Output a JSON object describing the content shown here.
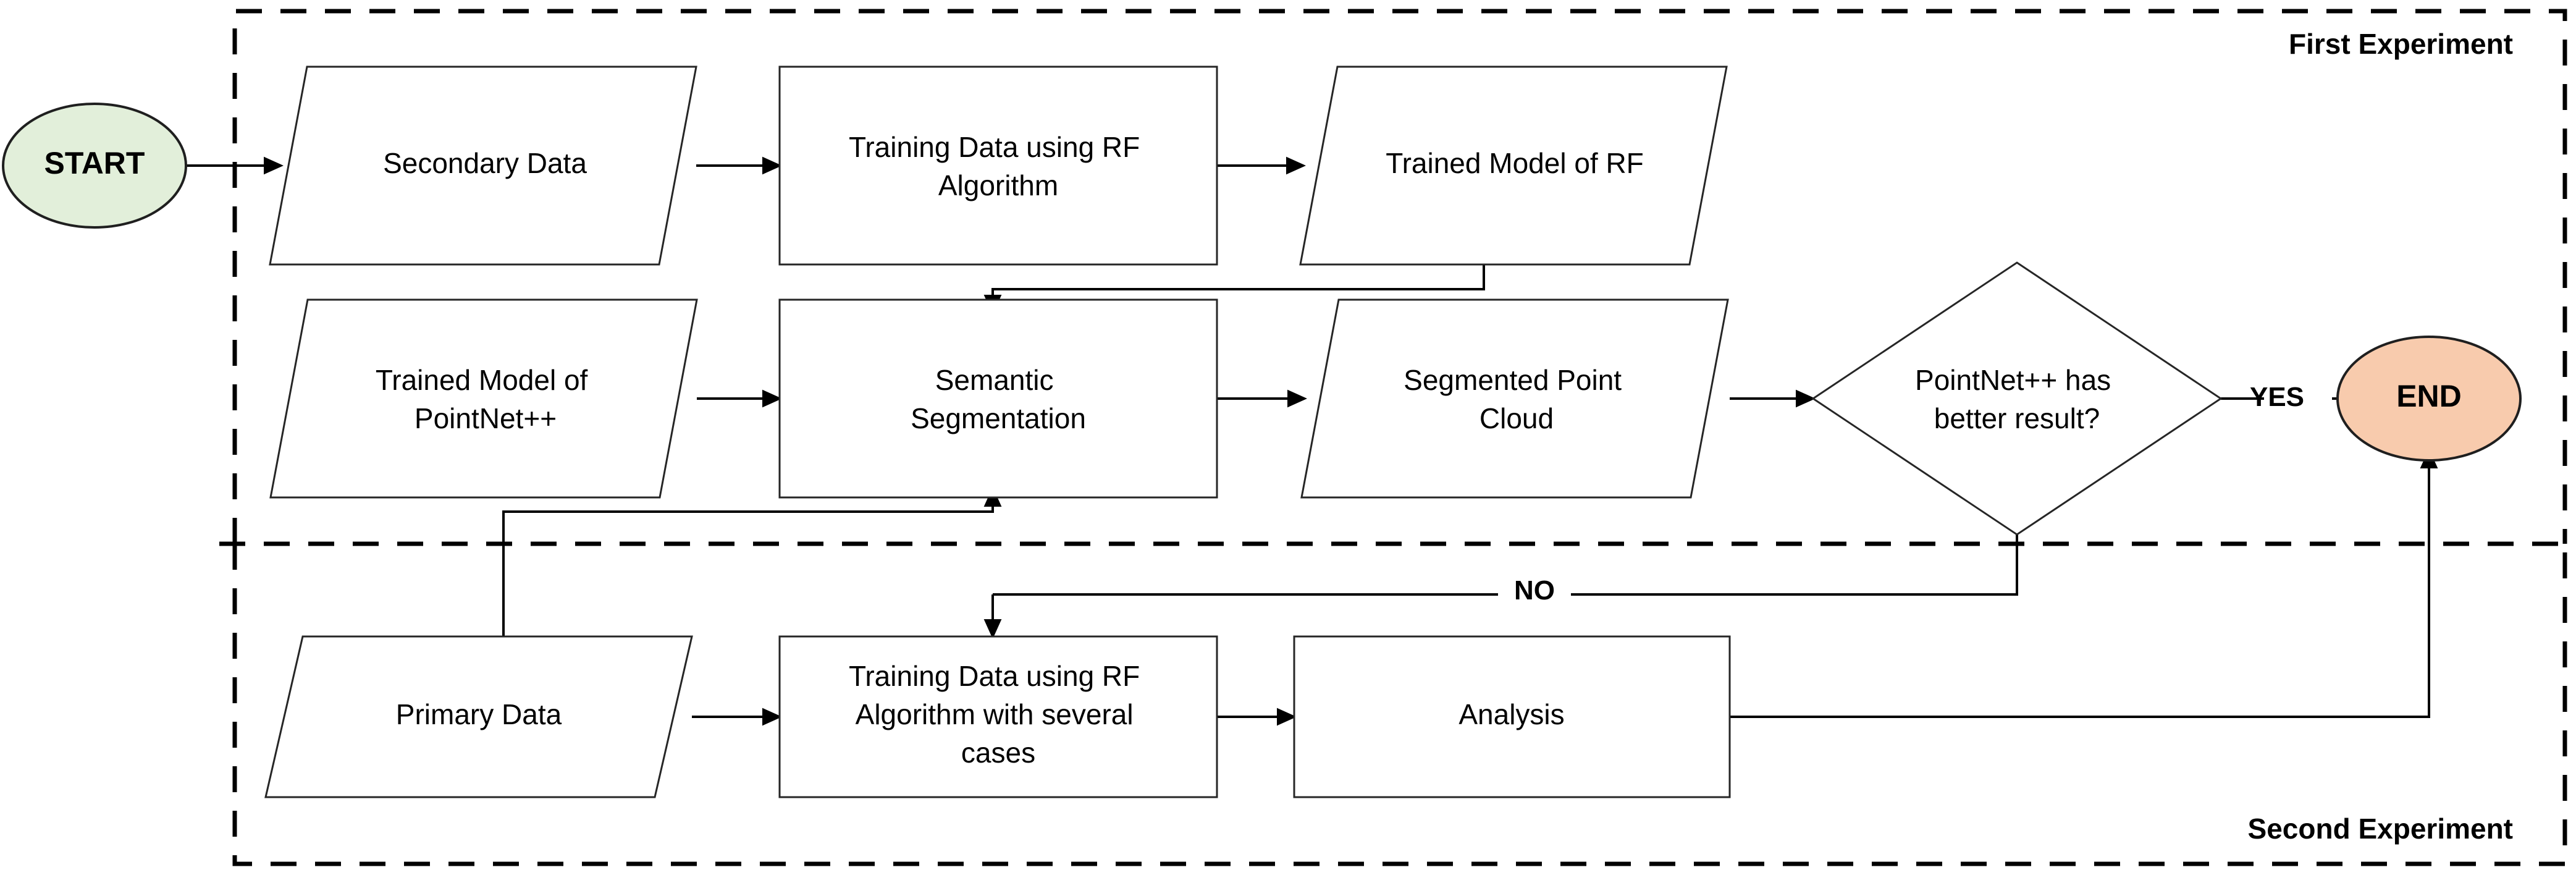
{
  "diagram": {
    "type": "flowchart",
    "groups": [
      {
        "id": "first",
        "label": "First Experiment"
      },
      {
        "id": "second",
        "label": "Second Experiment"
      }
    ],
    "nodes": [
      {
        "id": "start",
        "shape": "ellipse",
        "label": "START",
        "fill": "#e2efda",
        "group": "outside"
      },
      {
        "id": "secondary",
        "shape": "parallelogram",
        "label": "Secondary Data",
        "fill": "#ffffff",
        "group": "first"
      },
      {
        "id": "train_rf",
        "shape": "rectangle",
        "label": "Training Data using RF Algorithm",
        "fill": "#ffffff",
        "group": "first"
      },
      {
        "id": "model_rf",
        "shape": "parallelogram",
        "label": "Trained Model of RF",
        "fill": "#ffffff",
        "group": "first"
      },
      {
        "id": "model_pn",
        "shape": "parallelogram",
        "label": "Trained Model of PointNet++",
        "fill": "#ffffff",
        "group": "first"
      },
      {
        "id": "semseg",
        "shape": "rectangle",
        "label": "Semantic Segmentation",
        "fill": "#ffffff",
        "group": "first"
      },
      {
        "id": "segcloud",
        "shape": "parallelogram",
        "label": "Segmented Point Cloud",
        "fill": "#ffffff",
        "group": "first"
      },
      {
        "id": "decision",
        "shape": "diamond",
        "label": "PointNet++ has better result?",
        "fill": "#ffffff",
        "group": "first"
      },
      {
        "id": "end",
        "shape": "ellipse",
        "label": "END",
        "fill": "#f8cbad",
        "group": "outside"
      },
      {
        "id": "primary",
        "shape": "parallelogram",
        "label": "Primary Data",
        "fill": "#ffffff",
        "group": "second"
      },
      {
        "id": "train_rf_sev",
        "shape": "rectangle",
        "label": "Training Data using RF Algorithm with several cases",
        "fill": "#ffffff",
        "group": "second"
      },
      {
        "id": "analysis",
        "shape": "rectangle",
        "label": "Analysis",
        "fill": "#ffffff",
        "group": "second"
      }
    ],
    "node_lines": {
      "start": [
        "START"
      ],
      "secondary": [
        "Secondary Data"
      ],
      "train_rf": [
        "Training Data using RF",
        "Algorithm"
      ],
      "model_rf": [
        "Trained Model of RF"
      ],
      "model_pn": [
        "Trained Model of",
        "PointNet++"
      ],
      "semseg": [
        "Semantic",
        "Segmentation"
      ],
      "segcloud": [
        "Segmented Point",
        "Cloud"
      ],
      "decision": [
        "PointNet++ has",
        "better result?"
      ],
      "end": [
        "END"
      ],
      "primary": [
        "Primary Data"
      ],
      "train_rf_sev": [
        "Training Data using RF",
        "Algorithm with several",
        "cases"
      ],
      "analysis": [
        "Analysis"
      ]
    },
    "edges": [
      {
        "from": "start",
        "to": "secondary",
        "label": ""
      },
      {
        "from": "secondary",
        "to": "train_rf",
        "label": ""
      },
      {
        "from": "train_rf",
        "to": "model_rf",
        "label": ""
      },
      {
        "from": "model_rf",
        "to": "semseg",
        "label": ""
      },
      {
        "from": "model_pn",
        "to": "semseg",
        "label": ""
      },
      {
        "from": "semseg",
        "to": "segcloud",
        "label": ""
      },
      {
        "from": "segcloud",
        "to": "decision",
        "label": ""
      },
      {
        "from": "decision",
        "to": "end",
        "label": "YES"
      },
      {
        "from": "decision",
        "to": "train_rf_sev",
        "label": "NO"
      },
      {
        "from": "primary",
        "to": "train_rf_sev",
        "label": ""
      },
      {
        "from": "primary",
        "to": "semseg",
        "label": ""
      },
      {
        "from": "train_rf_sev",
        "to": "analysis",
        "label": ""
      },
      {
        "from": "analysis",
        "to": "end",
        "label": ""
      }
    ],
    "edge_labels": {
      "yes": "YES",
      "no": "NO"
    },
    "colors": {
      "start_fill": "#e2efda",
      "end_fill": "#f8cbad",
      "shape_stroke": "#262626",
      "edge_stroke": "#000000",
      "background": "#ffffff"
    }
  }
}
